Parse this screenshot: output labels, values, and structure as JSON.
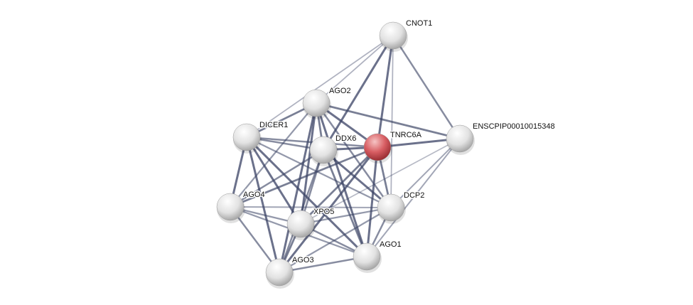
{
  "network": {
    "query_protein": "TNRC6A",
    "colors": {
      "edge": "#3d4566",
      "node": "#e6e6e6",
      "query_node": "#d0545a"
    },
    "nodes": [
      {
        "id": "CNOT1",
        "label": "CNOT1"
      },
      {
        "id": "AGO2",
        "label": "AGO2"
      },
      {
        "id": "DICER1",
        "label": "DICER1"
      },
      {
        "id": "DDX6",
        "label": "DDX6"
      },
      {
        "id": "TNRC6A",
        "label": "TNRC6A"
      },
      {
        "id": "ENSC",
        "label": "ENSCPIP00010015348"
      },
      {
        "id": "AGO4",
        "label": "AGO4"
      },
      {
        "id": "XPO5",
        "label": "XPO5"
      },
      {
        "id": "DCP2",
        "label": "DCP2"
      },
      {
        "id": "AGO1",
        "label": "AGO1"
      },
      {
        "id": "AGO3",
        "label": "AGO3"
      }
    ],
    "edges": [
      [
        "CNOT1",
        "AGO2",
        0.3
      ],
      [
        "CNOT1",
        "DICER1",
        0.3
      ],
      [
        "CNOT1",
        "DDX6",
        0.8
      ],
      [
        "CNOT1",
        "TNRC6A",
        0.8
      ],
      [
        "CNOT1",
        "DCP2",
        0.3
      ],
      [
        "CNOT1",
        "ENSC",
        0.6
      ],
      [
        "AGO2",
        "DICER1",
        0.7
      ],
      [
        "AGO2",
        "DDX6",
        0.7
      ],
      [
        "AGO2",
        "TNRC6A",
        0.8
      ],
      [
        "AGO2",
        "ENSC",
        0.7
      ],
      [
        "AGO2",
        "AGO4",
        0.5
      ],
      [
        "AGO2",
        "XPO5",
        0.8
      ],
      [
        "AGO2",
        "AGO3",
        0.8
      ],
      [
        "AGO2",
        "AGO1",
        0.8
      ],
      [
        "AGO2",
        "DCP2",
        0.6
      ],
      [
        "DICER1",
        "DDX6",
        0.6
      ],
      [
        "DICER1",
        "TNRC6A",
        0.6
      ],
      [
        "DICER1",
        "AGO4",
        0.8
      ],
      [
        "DICER1",
        "XPO5",
        0.8
      ],
      [
        "DICER1",
        "AGO3",
        0.8
      ],
      [
        "DICER1",
        "AGO1",
        0.8
      ],
      [
        "DICER1",
        "DCP2",
        0.5
      ],
      [
        "DDX6",
        "TNRC6A",
        0.8
      ],
      [
        "DDX6",
        "AGO4",
        0.6
      ],
      [
        "DDX6",
        "XPO5",
        0.6
      ],
      [
        "DDX6",
        "AGO3",
        0.6
      ],
      [
        "DDX6",
        "AGO1",
        0.7
      ],
      [
        "DDX6",
        "DCP2",
        0.8
      ],
      [
        "TNRC6A",
        "ENSC",
        0.8
      ],
      [
        "TNRC6A",
        "AGO4",
        0.7
      ],
      [
        "TNRC6A",
        "XPO5",
        0.7
      ],
      [
        "TNRC6A",
        "AGO3",
        0.8
      ],
      [
        "TNRC6A",
        "AGO1",
        0.8
      ],
      [
        "TNRC6A",
        "DCP2",
        0.7
      ],
      [
        "ENSC",
        "DCP2",
        0.4
      ],
      [
        "ENSC",
        "AGO1",
        0.4
      ],
      [
        "ENSC",
        "XPO5",
        0.25
      ],
      [
        "AGO4",
        "XPO5",
        0.5
      ],
      [
        "AGO4",
        "DCP2",
        0.4
      ],
      [
        "AGO4",
        "AGO3",
        0.6
      ],
      [
        "AGO4",
        "AGO1",
        0.5
      ],
      [
        "XPO5",
        "AGO3",
        0.7
      ],
      [
        "XPO5",
        "AGO1",
        0.6
      ],
      [
        "XPO5",
        "DCP2",
        0.5
      ],
      [
        "DCP2",
        "AGO1",
        0.6
      ],
      [
        "DCP2",
        "AGO3",
        0.5
      ],
      [
        "AGO3",
        "AGO1",
        0.6
      ]
    ]
  }
}
